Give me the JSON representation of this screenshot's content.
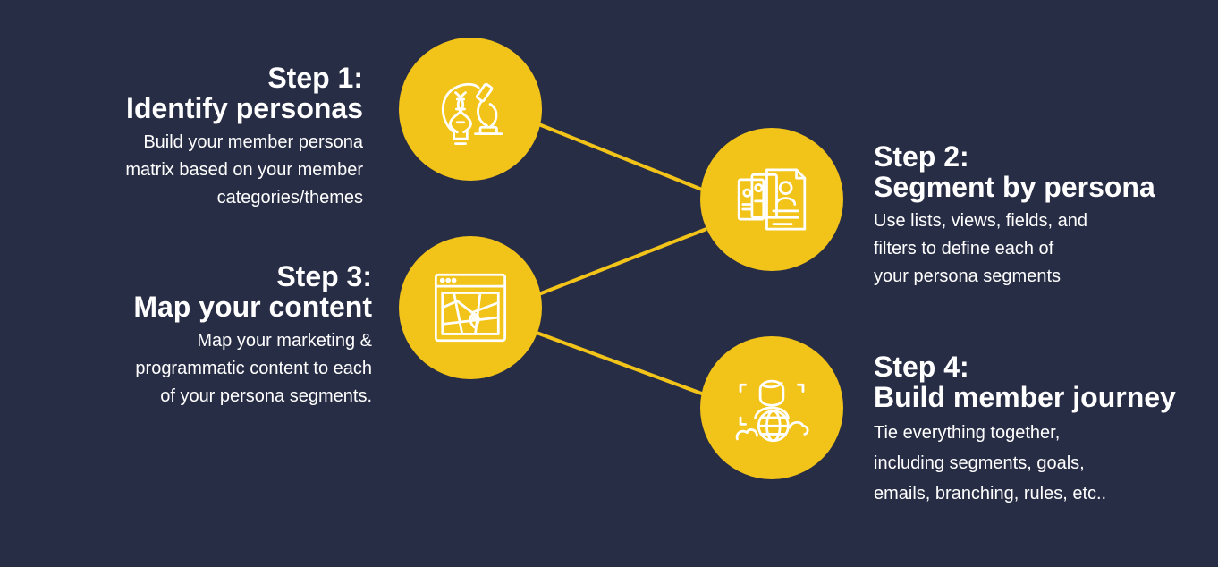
{
  "colors": {
    "background": "#282d46",
    "accent": "#f2c318",
    "text": "#ffffff"
  },
  "steps": [
    {
      "label": "Step 1:",
      "title": "Identify personas",
      "desc_lines": [
        "Build your member persona",
        "matrix based on your member",
        "categories/themes"
      ],
      "icon": "dna-microscope-icon"
    },
    {
      "label": "Step 2:",
      "title": "Segment by persona",
      "desc_lines": [
        "Use lists, views, fields, and",
        "filters to define each of",
        "your persona segments"
      ],
      "icon": "resume-profiles-icon"
    },
    {
      "label": "Step 3:",
      "title": "Map your content",
      "desc_lines": [
        "Map your marketing &",
        "programmatic content to each",
        "of your persona segments."
      ],
      "icon": "map-window-icon"
    },
    {
      "label": "Step 4:",
      "title": "Build member journey",
      "desc_lines": [
        "Tie everything together,",
        "including segments, goals,",
        "emails, branching, rules, etc.."
      ],
      "icon": "person-globe-icon"
    }
  ]
}
